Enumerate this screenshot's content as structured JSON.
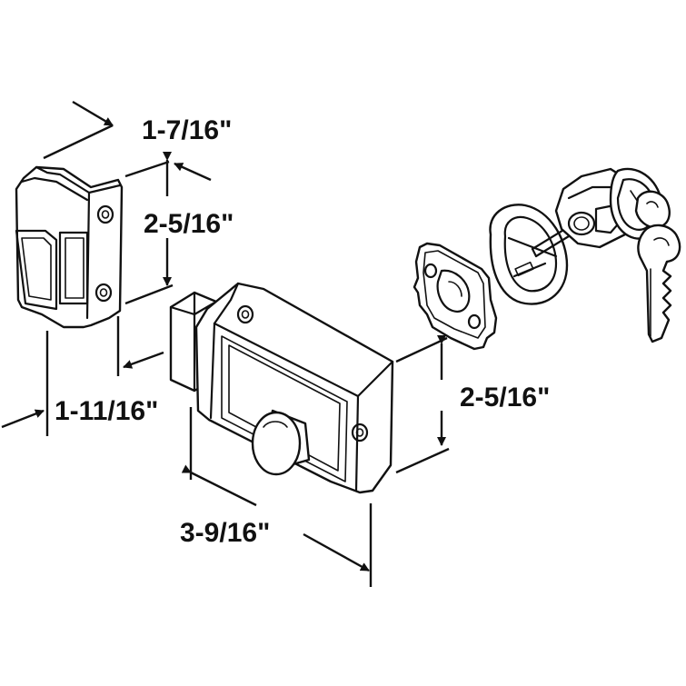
{
  "dimensions": {
    "strike_depth": "1-7/16\"",
    "strike_height": "2-5/16\"",
    "strike_width": "1-11/16\"",
    "lock_height": "2-5/16\"",
    "lock_width": "3-9/16\""
  },
  "colors": {
    "line": "#111111",
    "background": "#ffffff"
  }
}
